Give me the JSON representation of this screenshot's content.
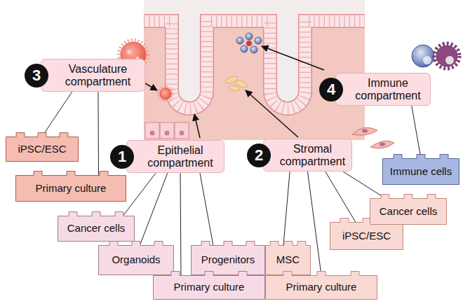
{
  "diagram": {
    "nodes": [
      {
        "text": [
          "Vasculature compartment"
        ]
      },
      {
        "text": [
          "Epithelial compartment"
        ]
      },
      {
        "text": [
          "Stromal compartment"
        ]
      },
      {
        "text": [
          "Immune compartment"
        ]
      },
      {
        "text": [
          "iPSC/ESC"
        ]
      },
      {
        "text": [
          "Primary culture"
        ]
      },
      {
        "text": [
          "Cancer cells"
        ]
      },
      {
        "text": [
          "Organoids"
        ]
      },
      {
        "text": [
          "Progenitors"
        ]
      },
      {
        "text": [
          "MSC"
        ]
      },
      {
        "text": [
          "Primary culture"
        ]
      },
      {
        "text": [
          "Primary culture"
        ]
      },
      {
        "text": [
          "iPSC/ESC"
        ]
      },
      {
        "text": [
          "Cancer cells"
        ]
      },
      {
        "text": [
          "Immune cells"
        ]
      }
    ],
    "edges": [
      {
        "from": 4,
        "to": 0,
        "arrow": "none"
      },
      {
        "from": 5,
        "to": 0,
        "arrow": "none"
      },
      {
        "from": 6,
        "to": 1,
        "arrow": "none"
      },
      {
        "from": 7,
        "to": 1,
        "arrow": "none"
      },
      {
        "from": 10,
        "to": 1,
        "arrow": "none"
      },
      {
        "from": 8,
        "to": 1,
        "arrow": "none"
      },
      {
        "from": 9,
        "to": 2,
        "arrow": "none"
      },
      {
        "from": 11,
        "to": 2,
        "arrow": "none"
      },
      {
        "from": 12,
        "to": 2,
        "arrow": "none"
      },
      {
        "from": 13,
        "to": 2,
        "arrow": "none"
      },
      {
        "from": 14,
        "to": 3,
        "arrow": "none"
      }
    ],
    "labels": [
      "3",
      "1",
      "2",
      "4"
    ]
  }
}
